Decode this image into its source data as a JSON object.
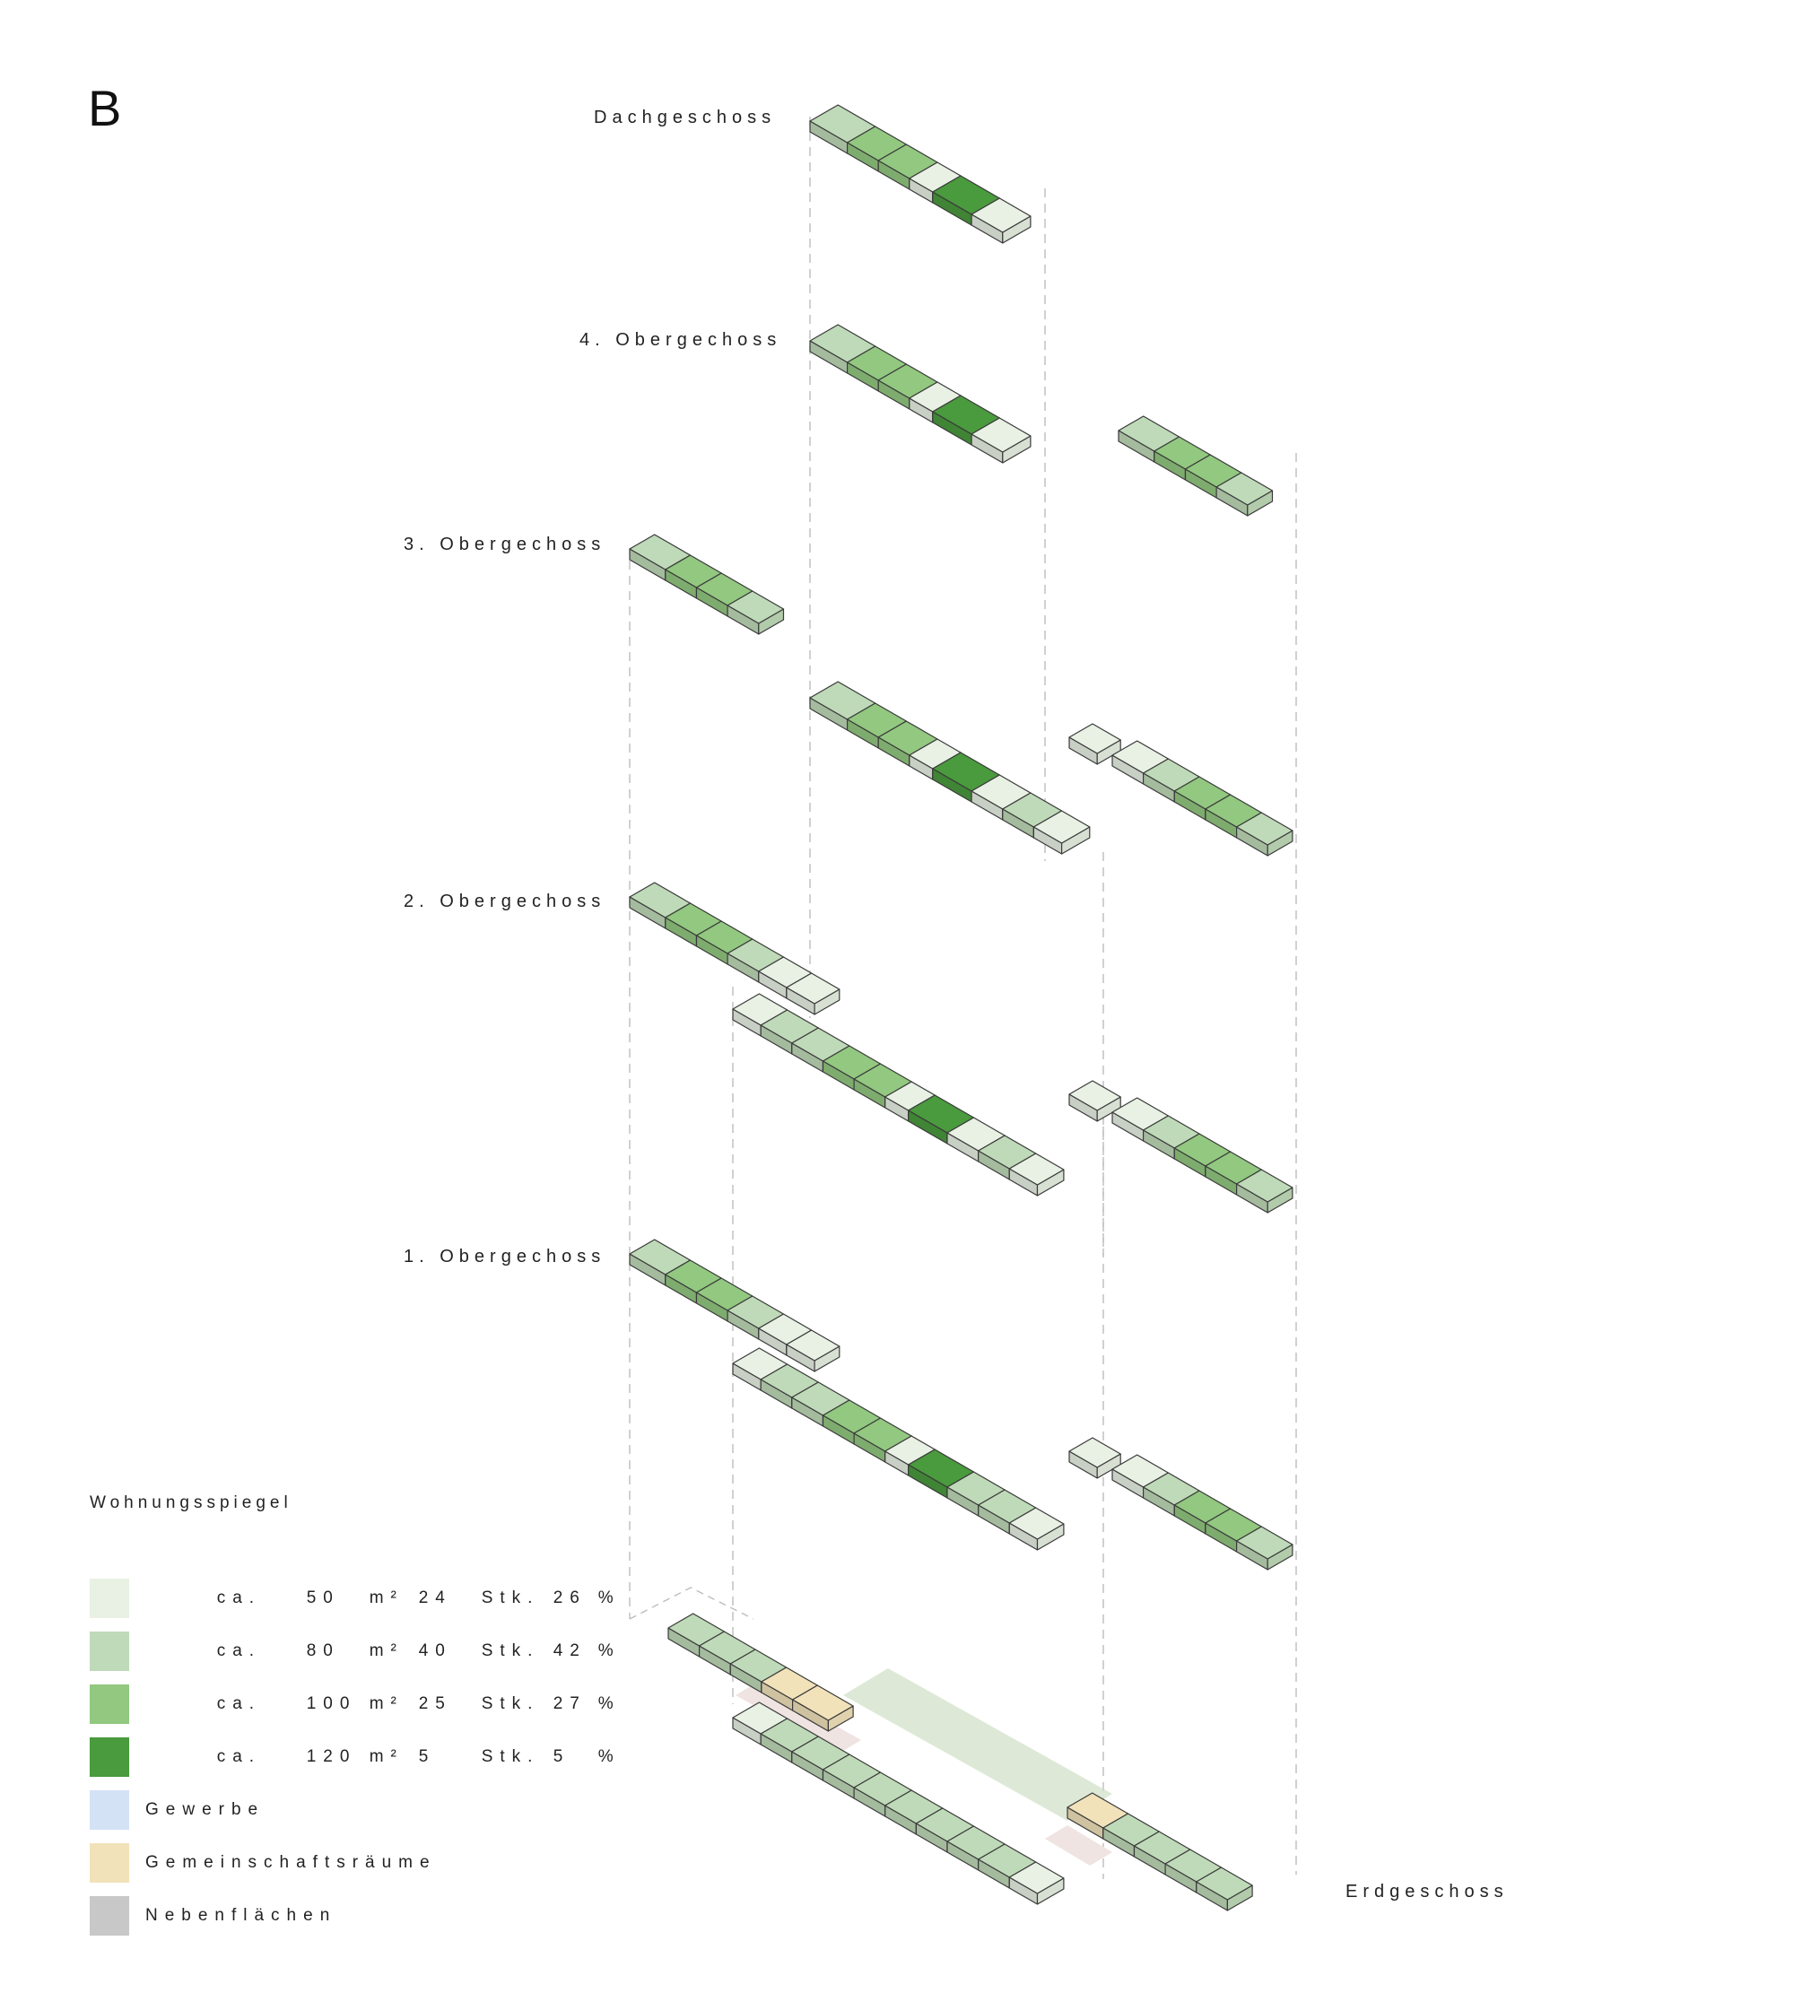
{
  "plan_letter": "B",
  "floors": {
    "dachgeschoss": "Dachgeschoss",
    "og4": "4. Obergechoss",
    "og3": "3. Obergechoss",
    "og2": "2. Obergechoss",
    "og1": "1. Obergechoss",
    "eg": "Erdgeschoss"
  },
  "legend": {
    "title": "Wohnungsspiegel",
    "items": [
      {
        "ca": "ca.",
        "size": "50",
        "unit": "m²",
        "count": "24",
        "stk": "Stk.",
        "pct": "26",
        "pct_sign": "%",
        "color": "#e8f1e4"
      },
      {
        "ca": "ca.",
        "size": "80",
        "unit": "m²",
        "count": "40",
        "stk": "Stk.",
        "pct": "42",
        "pct_sign": "%",
        "color": "#bfdab8"
      },
      {
        "ca": "ca.",
        "size": "100",
        "unit": "m²",
        "count": "25",
        "stk": "Stk.",
        "pct": "27",
        "pct_sign": "%",
        "color": "#92c880"
      },
      {
        "ca": "ca.",
        "size": "120",
        "unit": "m²",
        "count": "5",
        "stk": "Stk.",
        "pct": "5",
        "pct_sign": "%",
        "color": "#4a9a3e"
      }
    ],
    "categories": [
      {
        "label": "Gewerbe",
        "color": "#d4e2f6"
      },
      {
        "label": "Gemeinschaftsräume",
        "color": "#f1e2ba"
      },
      {
        "label": "Nebenflächen",
        "color": "#c8c8c8"
      }
    ]
  },
  "colors": {
    "c50": "#e8f1e4",
    "c80": "#bfdab8",
    "c100": "#92c880",
    "c120": "#4a9a3e",
    "gewerbe": "#d4e2f6",
    "gemeinschaft": "#f1e2ba",
    "neben": "#c8c8c8",
    "outline": "#3a3a3a",
    "guide": "#bdbdbd"
  }
}
